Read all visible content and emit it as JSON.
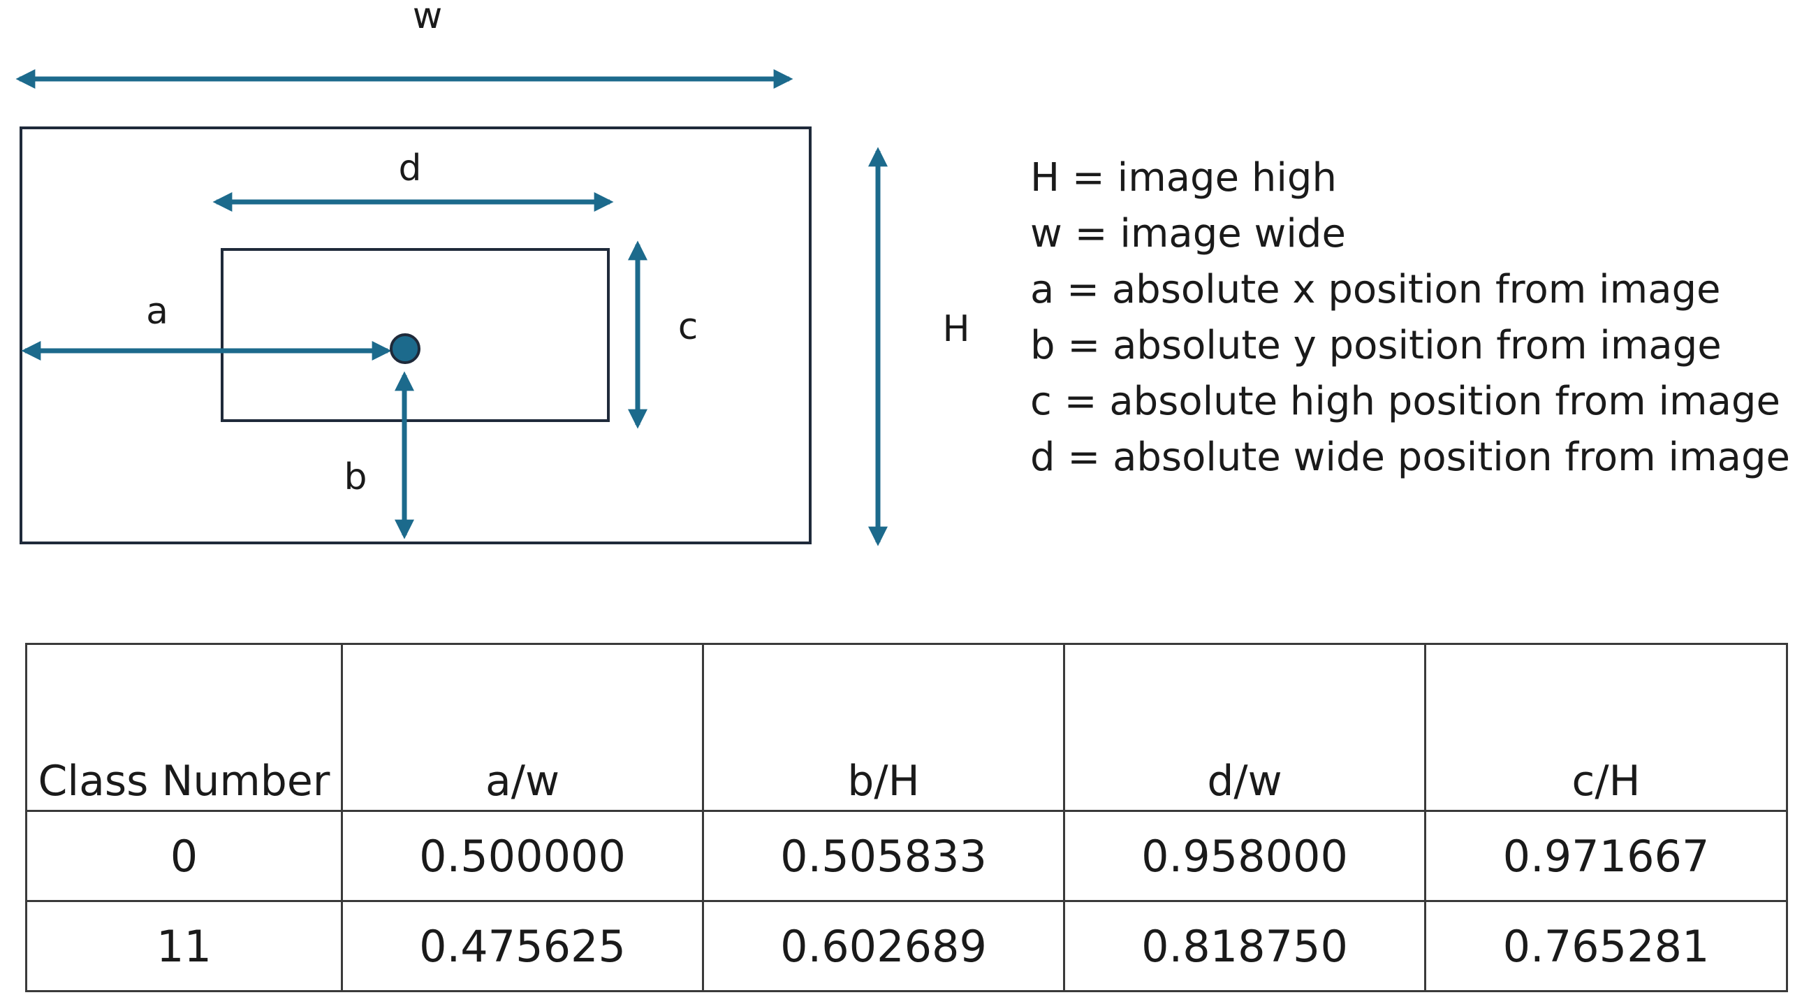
{
  "diagram": {
    "colors": {
      "arrow": "#1c6a8c",
      "frame": "#1f2a3a"
    },
    "labels": {
      "w": "w",
      "d": "d",
      "a": "a",
      "b": "b",
      "c": "c",
      "H": "H"
    }
  },
  "legend": {
    "items": [
      "H = image high",
      "w = image wide",
      "a = absolute x position from image",
      "b = absolute y position from image",
      "c = absolute high position from image",
      "d = absolute wide position from image"
    ]
  },
  "table": {
    "headers": [
      "Class Number",
      "a/w",
      "b/H",
      "d/w",
      "c/H"
    ],
    "rows": [
      [
        "0",
        "0.500000",
        "0.505833",
        "0.958000",
        "0.971667"
      ],
      [
        "11",
        "0.475625",
        "0.602689",
        "0.818750",
        "0.765281"
      ]
    ]
  }
}
